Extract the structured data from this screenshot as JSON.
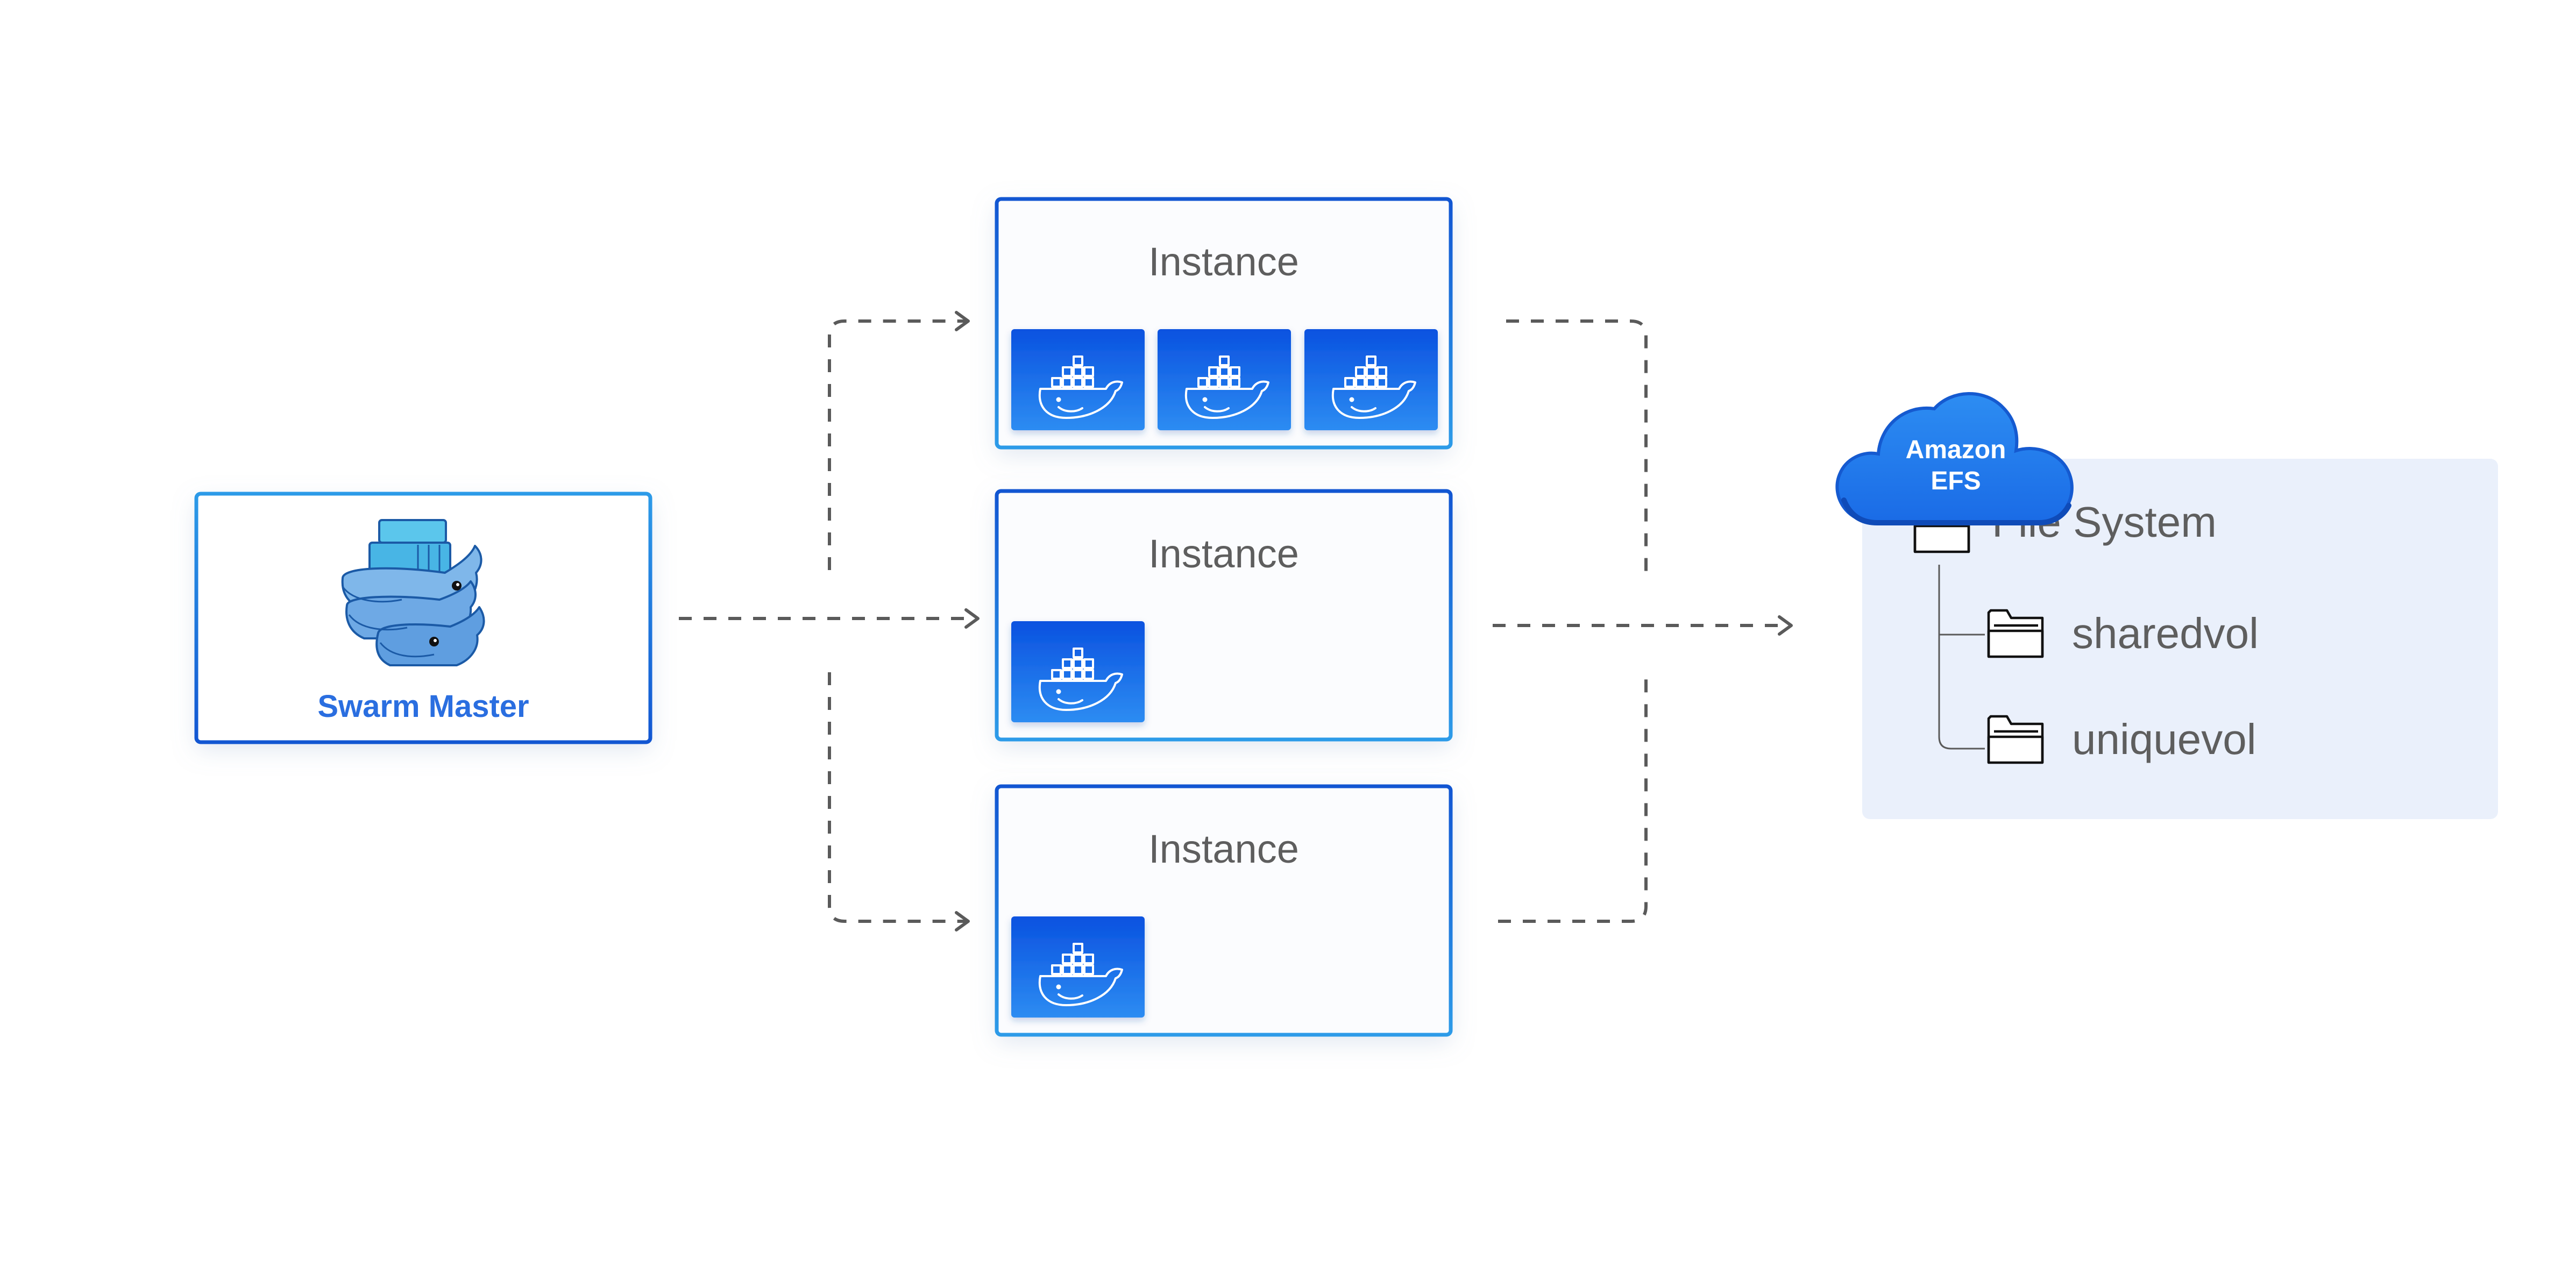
{
  "master": {
    "label": "Swarm Master",
    "icon": "docker-swarm-icon"
  },
  "instances": [
    {
      "title": "Instance",
      "containers": 3
    },
    {
      "title": "Instance",
      "containers": 1
    },
    {
      "title": "Instance",
      "containers": 1
    }
  ],
  "container_icon": "docker-whale-icon",
  "efs": {
    "badge_line1": "Amazon",
    "badge_line2": "EFS",
    "root_label": "File System",
    "folders": [
      "sharedvol",
      "uniquevol"
    ],
    "folder_icon": "folder-icon",
    "cloud_icon": "cloud-icon"
  },
  "colors": {
    "accent": "#2a6ee0",
    "border_dark": "#1256d2",
    "border_light": "#2d9be8",
    "container_top": "#0a52e0",
    "container_bottom": "#2d8cf2",
    "panel_bg": "#eaf0fb",
    "text_gray": "#5e5e5e",
    "dash": "#5a5a5a"
  }
}
